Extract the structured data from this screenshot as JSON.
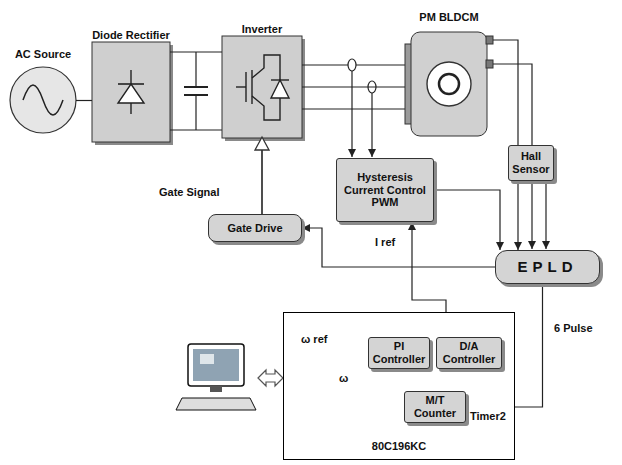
{
  "diagram": {
    "nodes": [
      {
        "text": [
          "AC Source"
        ]
      },
      {
        "text": [
          "Diode Rectifier"
        ]
      },
      {
        "text": [
          "Inverter"
        ]
      },
      {
        "text": [
          "PM BLDCM"
        ]
      },
      {
        "text": [
          "Hall Sensor"
        ]
      },
      {
        "text": [
          "Hysteresis Current Control PWM"
        ]
      },
      {
        "text": [
          "Gate Drive"
        ]
      },
      {
        "text": [
          "EPLD"
        ]
      },
      {
        "text": [
          "80C196KC"
        ]
      },
      {
        "text": [
          "PI Controller"
        ],
        "in": 8
      },
      {
        "text": [
          "D/A Controller"
        ],
        "in": 8
      },
      {
        "text": [
          "M/T Counter"
        ],
        "in": 8
      }
    ],
    "edges": [
      {
        "from": 0,
        "to": 1,
        "arrow": "none"
      },
      {
        "from": 1,
        "to": 2,
        "arrow": "none"
      },
      {
        "from": 2,
        "to": 3,
        "arrow": "none"
      },
      {
        "from": 3,
        "to": 4,
        "arrow": "none"
      },
      {
        "from": 4,
        "to": 7,
        "arrow": "to"
      },
      {
        "from": 5,
        "to": 7,
        "arrow": "to"
      },
      {
        "from": 7,
        "to": 6,
        "arrow": "to"
      },
      {
        "from": 6,
        "to": 2,
        "label": "Gate Signal",
        "arrow": "to"
      },
      {
        "from": 7,
        "to": 11,
        "label": "6 Pulse",
        "arrow": "to"
      },
      {
        "from": 11,
        "to": 9,
        "label": "ω",
        "arrow": "to"
      },
      {
        "from": 9,
        "to": 10,
        "arrow": "to"
      },
      {
        "from": 10,
        "to": 5,
        "label": "I ref",
        "arrow": "to"
      }
    ],
    "labels": [
      "ω ref",
      "Timer2"
    ]
  }
}
